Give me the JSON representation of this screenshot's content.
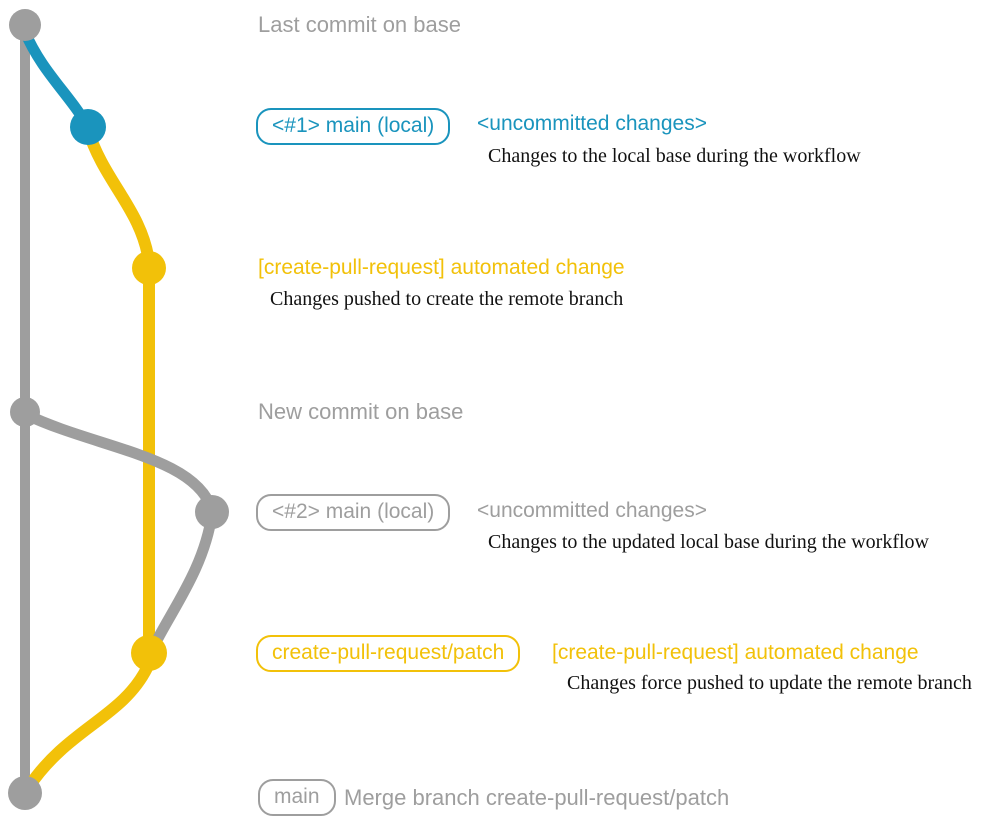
{
  "colors": {
    "background": "#ffffff",
    "base_gray": "#9e9e9e",
    "branch_blue": "#1a94bd",
    "branch_yellow": "#f2c109",
    "description_text": "#111111"
  },
  "graph": {
    "branches": [
      {
        "name": "base",
        "color": "#9e9e9e"
      },
      {
        "name": "main (local)",
        "color": "#1a94bd"
      },
      {
        "name": "create-pull-request/patch",
        "color": "#f2c109"
      }
    ],
    "commit_dots": [
      {
        "id": "base-last-commit",
        "branch": "base"
      },
      {
        "id": "main-local-1",
        "branch": "main (local)"
      },
      {
        "id": "patch-automated-change-1",
        "branch": "create-pull-request/patch"
      },
      {
        "id": "base-new-commit",
        "branch": "base"
      },
      {
        "id": "main-local-2",
        "branch": "main (local)"
      },
      {
        "id": "patch-automated-change-2",
        "branch": "create-pull-request/patch"
      },
      {
        "id": "merge-commit",
        "branch": "base"
      }
    ]
  },
  "annotations": {
    "last_commit_label": "Last commit on base",
    "new_commit_label": "New commit on base",
    "commit1": {
      "branch_tag": "<#1> main (local)",
      "message": "<uncommitted changes>",
      "description": "Changes to the local base during the workflow"
    },
    "commit2": {
      "message": "[create-pull-request] automated change",
      "description": "Changes pushed to create the remote branch"
    },
    "commit3": {
      "branch_tag": "<#2> main (local)",
      "message": "<uncommitted changes>",
      "description": "Changes to the updated local base during the workflow"
    },
    "commit4": {
      "branch_tag": "create-pull-request/patch",
      "message": "[create-pull-request] automated change",
      "description": "Changes force pushed to update the remote branch"
    },
    "merge_commit": {
      "branch_tag": "main",
      "message": "Merge branch create-pull-request/patch"
    }
  }
}
